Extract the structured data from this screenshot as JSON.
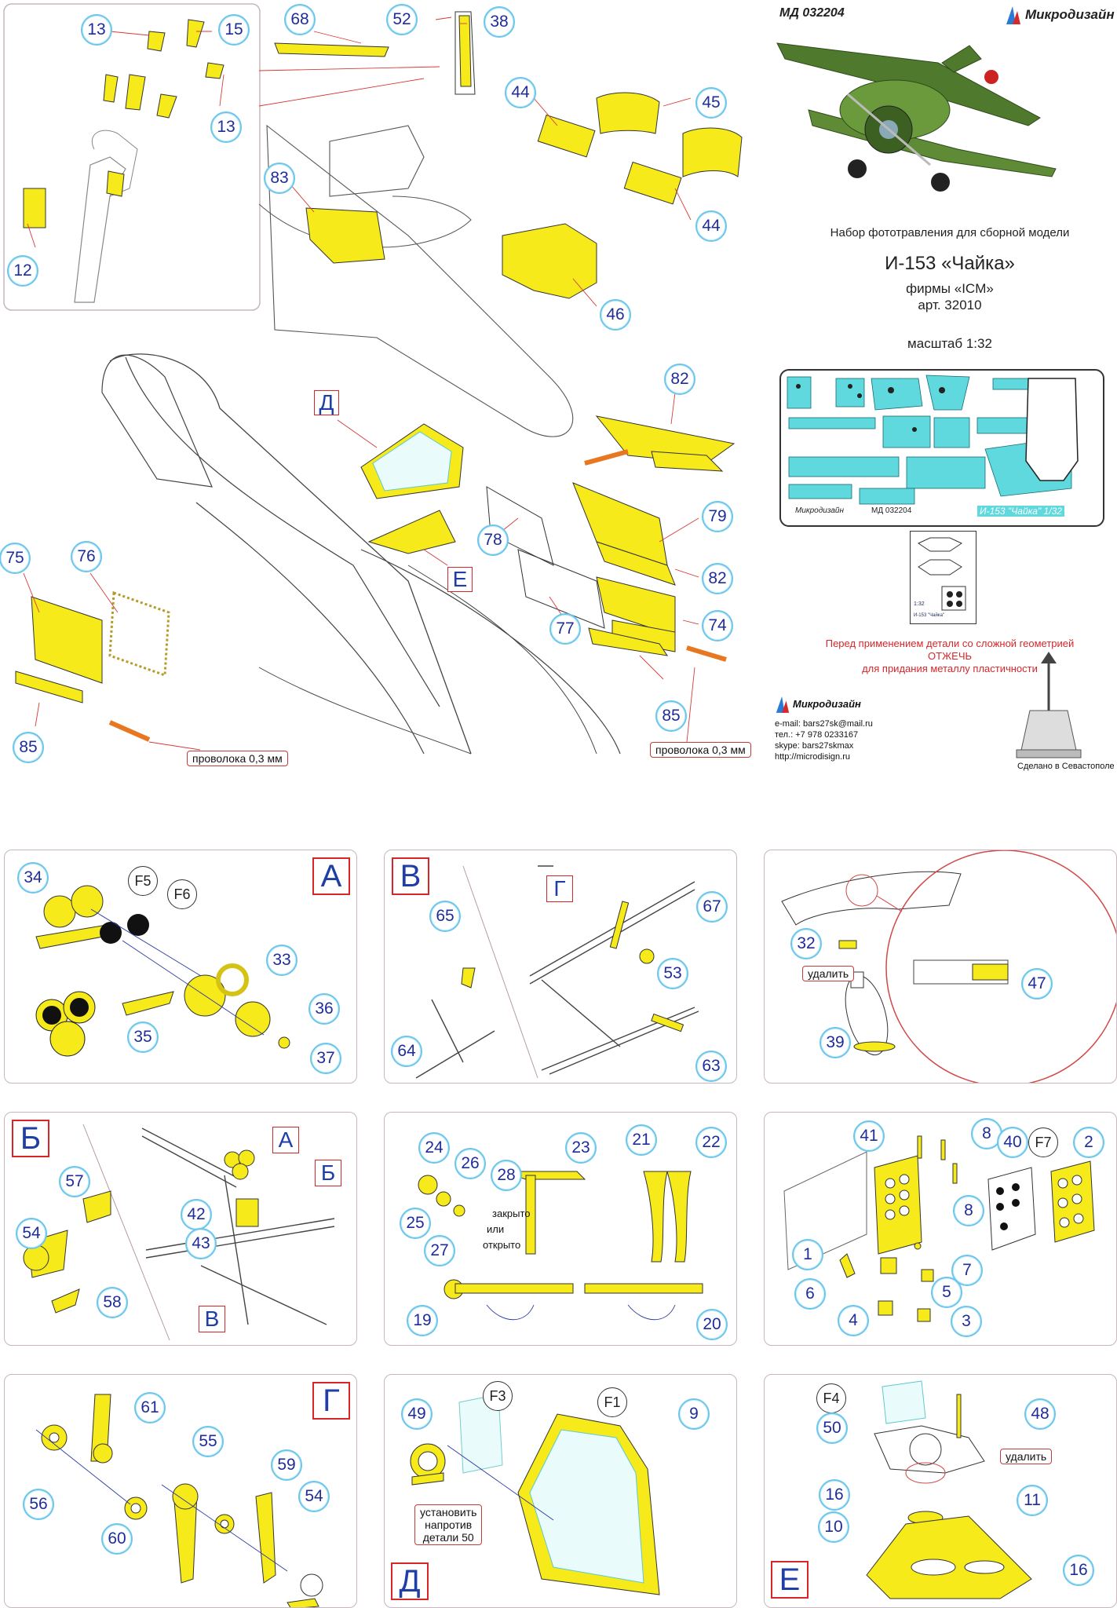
{
  "header": {
    "code": "МД 032204",
    "brand": "Микродизайн",
    "subtitle": "Набор фототравления для сборной модели",
    "model": "И-153 «Чайка»",
    "maker": "фирмы «ICM»",
    "article": "арт. 32010",
    "scale": "масштаб 1:32"
  },
  "fret": {
    "label_left": "МД 032204",
    "label_right": "И-153 \"Чайка\" 1/32",
    "brand": "Микродизайн"
  },
  "mini_sheet": {
    "scale": "1:32",
    "name": "И-153 \"Чайка\""
  },
  "warning": {
    "line1": "Перед применением детали со сложной геометрией",
    "line2": "ОТЖЕЧЬ",
    "line3": "для придания металлу пластичности"
  },
  "contacts": {
    "brand": "Микродизайн",
    "email": "e-mail: bars27sk@mail.ru",
    "phone": "тел.: +7 978 0233167",
    "skype": "skype: bars27skmax",
    "site": "http://microdisign.ru"
  },
  "made_in": "Сделано в Севастополе",
  "notes": {
    "wire1": "проволока 0,3 мм",
    "wire2": "проволока 0,3 мм",
    "remove1": "удалить",
    "remove2": "удалить",
    "closed": "закрыто",
    "or": "или",
    "open": "открыто",
    "install1": "установить",
    "install2": "напротив",
    "install3": "детали 50"
  },
  "main_callouts": [
    "13",
    "15",
    "13",
    "12",
    "68",
    "52",
    "38",
    "44",
    "45",
    "44",
    "46",
    "83",
    "82",
    "79",
    "78",
    "82",
    "77",
    "74",
    "85",
    "75",
    "76",
    "85"
  ],
  "main_letters": [
    "Д",
    "Е"
  ],
  "panel_A": {
    "letter": "А",
    "callouts": [
      "34",
      "33",
      "35",
      "36",
      "37"
    ],
    "f": [
      "F5",
      "F6"
    ]
  },
  "panel_B": {
    "letter": "В",
    "sub": "Г",
    "callouts": [
      "65",
      "67",
      "53",
      "64",
      "63"
    ]
  },
  "panel_C": {
    "callouts": [
      "32",
      "47",
      "39"
    ]
  },
  "panel_D": {
    "letter": "Б",
    "sub1": "А",
    "sub2": "Б",
    "sub3": "В",
    "callouts": [
      "57",
      "54",
      "58",
      "42",
      "43"
    ]
  },
  "panel_E": {
    "callouts": [
      "24",
      "26",
      "28",
      "25",
      "27",
      "23",
      "21",
      "22",
      "19",
      "20"
    ]
  },
  "panel_F": {
    "f": "F7",
    "callouts": [
      "41",
      "8",
      "40",
      "2",
      "8",
      "1",
      "7",
      "6",
      "5",
      "4",
      "3"
    ]
  },
  "panel_G": {
    "letter": "Г",
    "callouts": [
      "61",
      "55",
      "59",
      "56",
      "60",
      "54"
    ]
  },
  "panel_H": {
    "letter": "Д",
    "f": [
      "F3",
      "F1"
    ],
    "callouts": [
      "49",
      "9"
    ]
  },
  "panel_I": {
    "letter": "Е",
    "f": "F4",
    "callouts": [
      "50",
      "48",
      "16",
      "11",
      "10",
      "16"
    ]
  },
  "colors": {
    "part": "#f6ea1a",
    "callout_ring": "#6cc6ea",
    "frame": "#d6262a",
    "fret": "#5fd8de",
    "wire": "#e87722"
  }
}
